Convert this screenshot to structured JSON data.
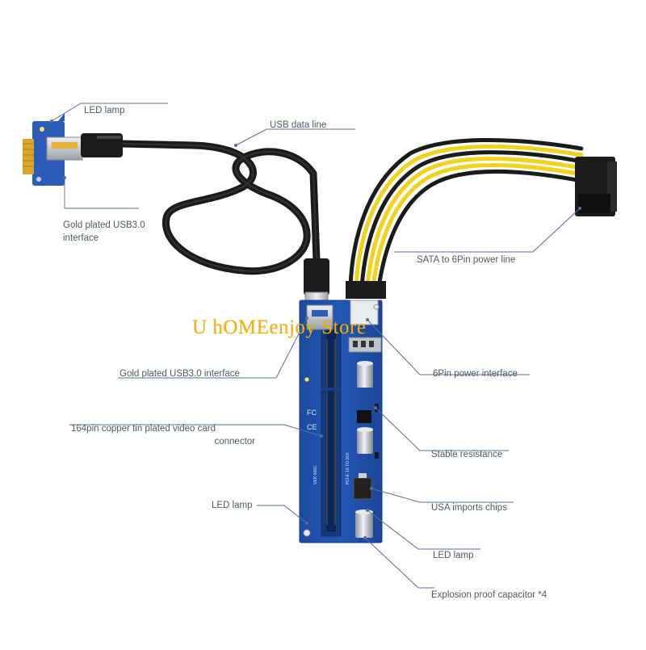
{
  "labels": {
    "led_lamp_top": "LED lamp",
    "usb_data_line": "USB data line",
    "gold_usb_top_line1": "Gold plated USB3.0",
    "gold_usb_top_line2": "interface",
    "sata_line": "SATA to 6Pin power line",
    "gold_usb_mid": "Gold plated USB3.0 interface",
    "pin_power": "6Pin power interface",
    "copper_line1": "164pin copper tin plated video card",
    "copper_line2": "connector",
    "stable_resistance": "Stable resistance",
    "led_lamp_left": "LED lamp",
    "usa_chips": "USA imports chips",
    "led_lamp_right": "LED lamp",
    "explosion_capacitor": "Explosion proof capacitor *4"
  },
  "watermark": "U hOMEenjoy Store",
  "board_marks": [
    "CE",
    "FC",
    "VER 006C",
    "PCI-E 1X TO 16X"
  ],
  "colors": {
    "board_blue": "#1f4fa8",
    "cable_black": "#1b1b1b",
    "wire_yellow": "#f2d21a",
    "connector_silver": "#cfd3d8",
    "gold": "#d9a62a",
    "slot_dark": "#153a7a",
    "label_text": "#505a66",
    "callout_line": "#5a6c9a",
    "watermark": "#f5b300"
  }
}
